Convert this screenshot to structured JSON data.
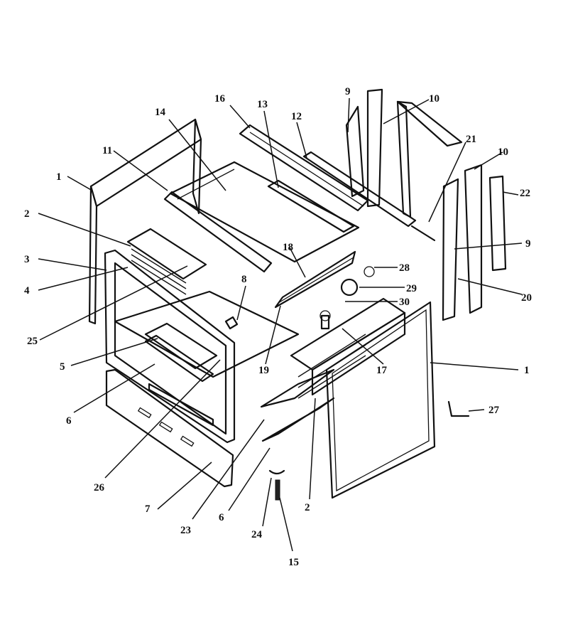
{
  "callouts": [
    {
      "id": "c1a",
      "label": "1"
    },
    {
      "id": "c1b",
      "label": "1"
    },
    {
      "id": "c2a",
      "label": "2"
    },
    {
      "id": "c2b",
      "label": "2"
    },
    {
      "id": "c3",
      "label": "3"
    },
    {
      "id": "c4",
      "label": "4"
    },
    {
      "id": "c5",
      "label": "5"
    },
    {
      "id": "c6a",
      "label": "6"
    },
    {
      "id": "c6b",
      "label": "6"
    },
    {
      "id": "c7",
      "label": "7"
    },
    {
      "id": "c8",
      "label": "8"
    },
    {
      "id": "c9a",
      "label": "9"
    },
    {
      "id": "c9b",
      "label": "9"
    },
    {
      "id": "c10a",
      "label": "10"
    },
    {
      "id": "c10b",
      "label": "10"
    },
    {
      "id": "c11",
      "label": "11"
    },
    {
      "id": "c12",
      "label": "12"
    },
    {
      "id": "c13",
      "label": "13"
    },
    {
      "id": "c14",
      "label": "14"
    },
    {
      "id": "c15",
      "label": "15"
    },
    {
      "id": "c16",
      "label": "16"
    },
    {
      "id": "c17",
      "label": "17"
    },
    {
      "id": "c18",
      "label": "18"
    },
    {
      "id": "c19",
      "label": "19"
    },
    {
      "id": "c20",
      "label": "20"
    },
    {
      "id": "c21",
      "label": "21"
    },
    {
      "id": "c22",
      "label": "22"
    },
    {
      "id": "c23",
      "label": "23"
    },
    {
      "id": "c24",
      "label": "24"
    },
    {
      "id": "c25",
      "label": "25"
    },
    {
      "id": "c26",
      "label": "26"
    },
    {
      "id": "c27",
      "label": "27"
    },
    {
      "id": "c28",
      "label": "28"
    },
    {
      "id": "c29",
      "label": "29"
    },
    {
      "id": "c30",
      "label": "30"
    }
  ]
}
